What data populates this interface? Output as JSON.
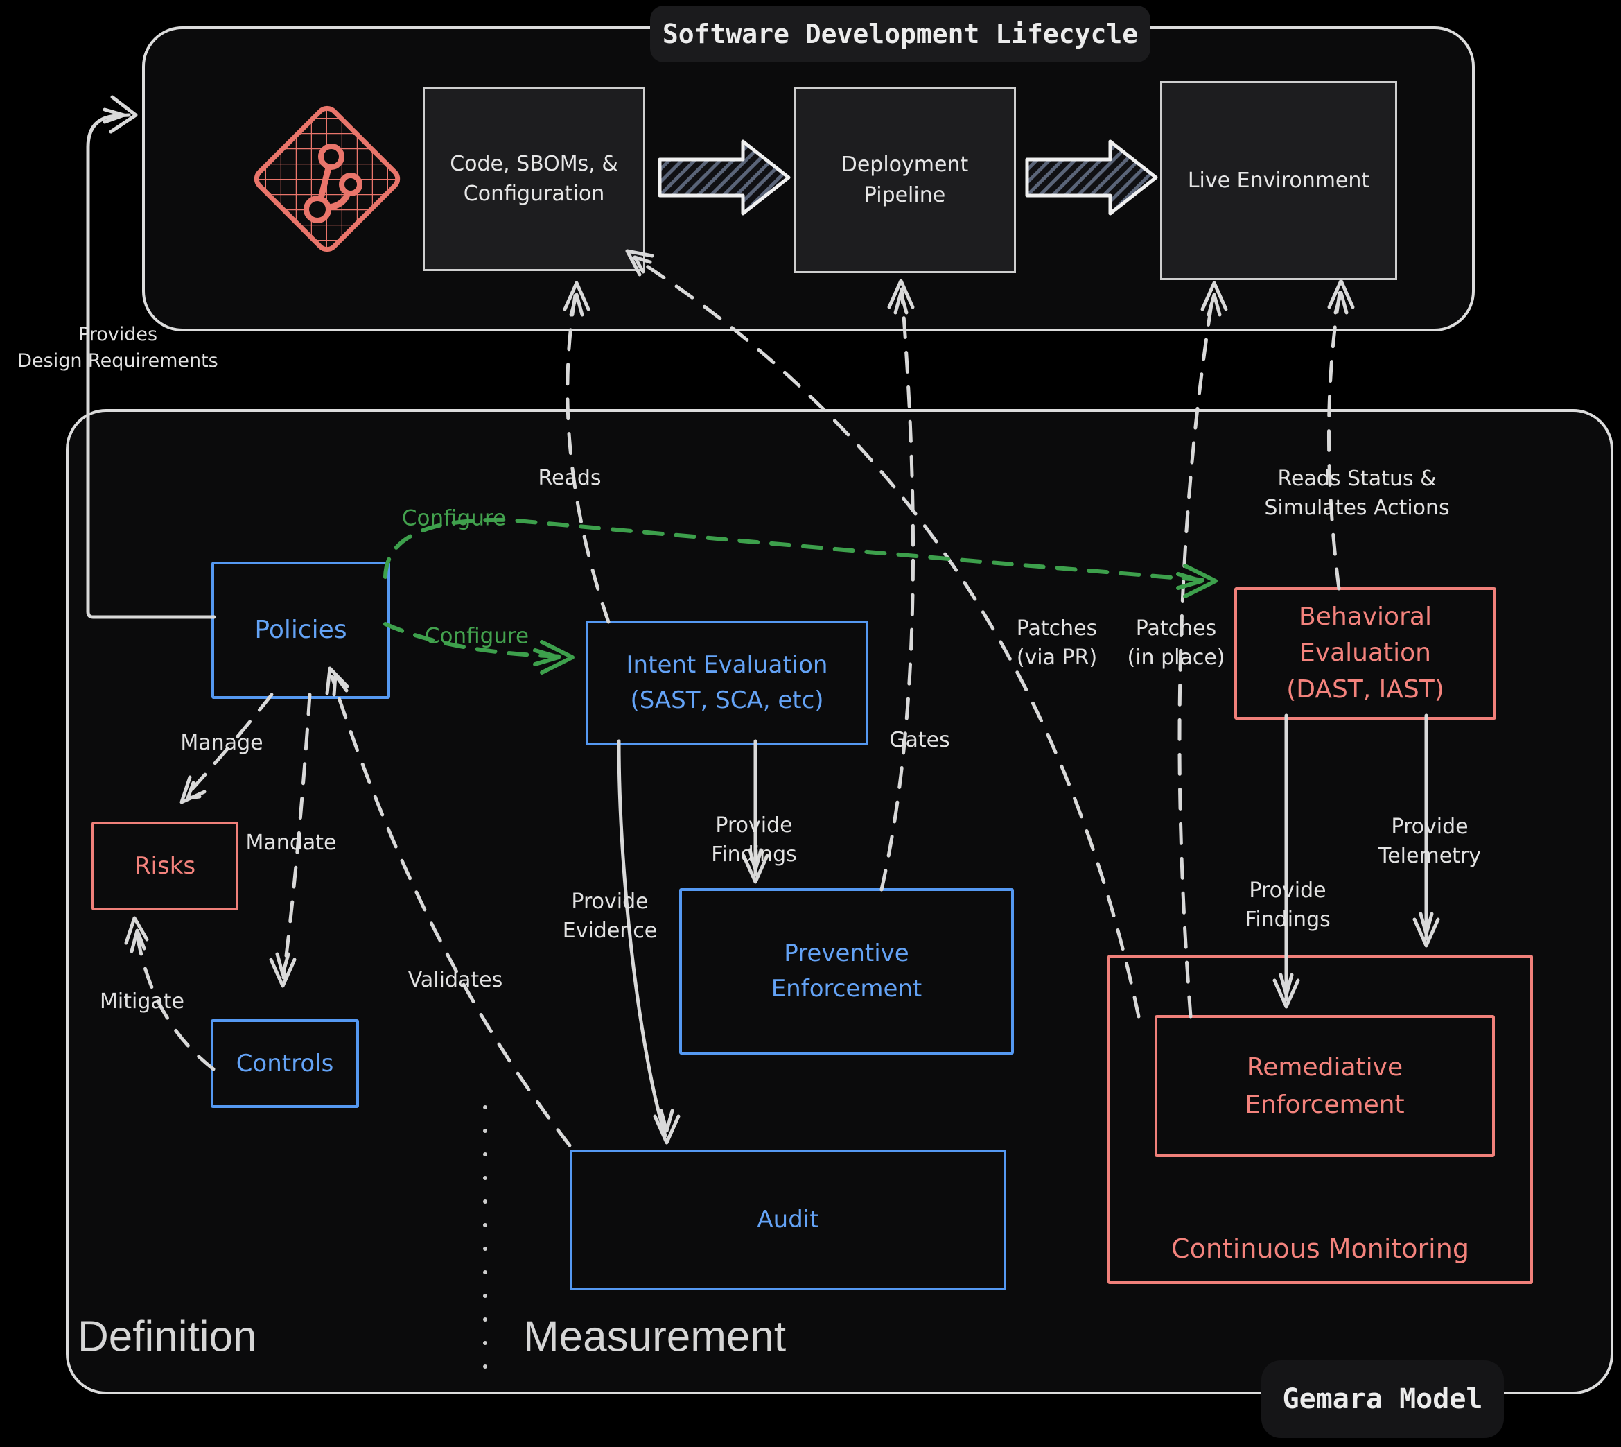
{
  "colors": {
    "background": "#000000",
    "container_border": "#dcdcdc",
    "gray_box_border": "#cfcfcf",
    "blue": "#5599f2",
    "red": "#f0807a",
    "green": "#3da04c",
    "white_line": "#d9d9d9"
  },
  "sdlc": {
    "title": "Software Development Lifecycle",
    "git_icon": "git-logo",
    "code_box": {
      "line1": "Code, SBOMs, &",
      "line2": "Configuration"
    },
    "deployment_box": {
      "line1": "Deployment",
      "line2": "Pipeline"
    },
    "live_box": {
      "label": "Live Environment"
    }
  },
  "gemara": {
    "badge": "Gemara Model",
    "sections": {
      "definition": "Definition",
      "measurement": "Measurement"
    },
    "boxes": {
      "policies": "Policies",
      "risks": "Risks",
      "controls": "Controls",
      "intent": {
        "line1": "Intent Evaluation",
        "line2": "(SAST, SCA, etc)"
      },
      "preventive": {
        "line1": "Preventive",
        "line2": "Enforcement"
      },
      "audit": "Audit",
      "behavioral": {
        "line1": "Behavioral",
        "line2": "Evaluation",
        "line3": "(DAST, IAST)"
      },
      "remediative": {
        "line1": "Remediative",
        "line2": "Enforcement"
      },
      "continuous_monitoring": "Continuous Monitoring"
    },
    "edge_labels": {
      "provides_design": {
        "line1": "Provides",
        "line2": "Design Requirements"
      },
      "reads": "Reads",
      "configure_top": "Configure",
      "configure_bottom": "Configure",
      "manage": "Manage",
      "mandate": "Mandate",
      "mitigate": "Mitigate",
      "validates": "Validates",
      "provide_findings_intent": {
        "line1": "Provide",
        "line2": "Findings"
      },
      "provide_evidence": {
        "line1": "Provide",
        "line2": "Evidence"
      },
      "gates": "Gates",
      "patches_via_pr": {
        "line1": "Patches",
        "line2": "(via PR)"
      },
      "patches_in_place": {
        "line1": "Patches",
        "line2": "(in place)"
      },
      "reads_status": {
        "line1": "Reads Status &",
        "line2": "Simulates Actions"
      },
      "provide_findings_behavioral": {
        "line1": "Provide",
        "line2": "Findings"
      },
      "provide_telemetry": {
        "line1": "Provide",
        "line2": "Telemetry"
      }
    }
  }
}
